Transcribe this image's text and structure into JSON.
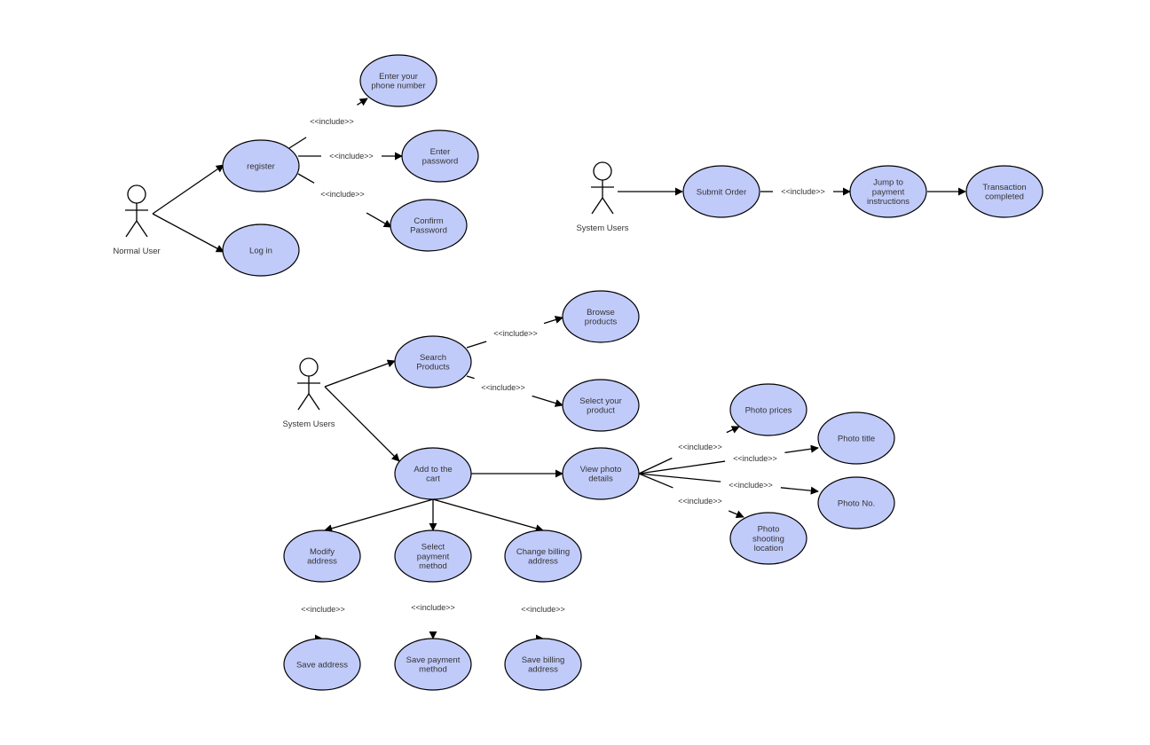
{
  "actors": [
    {
      "id": "normal_user",
      "label": "Normal User"
    },
    {
      "id": "sys_users_order",
      "label": "System Users"
    },
    {
      "id": "sys_users_shop",
      "label": "System Users"
    }
  ],
  "use_cases": [
    {
      "id": "register",
      "label": "register"
    },
    {
      "id": "login",
      "label": "Log in"
    },
    {
      "id": "enter_phone",
      "label": "Enter your\nphone number"
    },
    {
      "id": "enter_password",
      "label": "Enter\npassword"
    },
    {
      "id": "confirm_password",
      "label": "Confirm\nPassword"
    },
    {
      "id": "submit_order",
      "label": "Submit Order"
    },
    {
      "id": "jump_payment",
      "label": "Jump to\npayment\ninstructions"
    },
    {
      "id": "transaction_completed",
      "label": "Transaction\ncompleted"
    },
    {
      "id": "search_products",
      "label": "Search\nProducts"
    },
    {
      "id": "browse_products",
      "label": "Browse\nproducts"
    },
    {
      "id": "select_product",
      "label": "Select your\nproduct"
    },
    {
      "id": "add_to_cart",
      "label": "Add to the\ncart"
    },
    {
      "id": "view_photo_details",
      "label": "View photo\ndetails"
    },
    {
      "id": "photo_prices",
      "label": "Photo prices"
    },
    {
      "id": "photo_title",
      "label": "Photo title"
    },
    {
      "id": "photo_no",
      "label": "Photo No."
    },
    {
      "id": "photo_location",
      "label": "Photo\nshooting\nlocation"
    },
    {
      "id": "modify_address",
      "label": "Modify\naddress"
    },
    {
      "id": "select_payment",
      "label": "Select\npayment\nmethod"
    },
    {
      "id": "change_billing",
      "label": "Change billing\naddress"
    },
    {
      "id": "save_address",
      "label": "Save address"
    },
    {
      "id": "save_payment",
      "label": "Save payment\nmethod"
    },
    {
      "id": "save_billing",
      "label": "Save billing\naddress"
    }
  ],
  "edges": [
    {
      "from": "normal_user",
      "to": "register",
      "label": ""
    },
    {
      "from": "normal_user",
      "to": "login",
      "label": ""
    },
    {
      "from": "register",
      "to": "enter_phone",
      "label": "<<include>>"
    },
    {
      "from": "register",
      "to": "enter_password",
      "label": "<<include>>"
    },
    {
      "from": "register",
      "to": "confirm_password",
      "label": "<<include>>"
    },
    {
      "from": "sys_users_order",
      "to": "submit_order",
      "label": ""
    },
    {
      "from": "submit_order",
      "to": "jump_payment",
      "label": "<<include>>"
    },
    {
      "from": "jump_payment",
      "to": "transaction_completed",
      "label": ""
    },
    {
      "from": "sys_users_shop",
      "to": "search_products",
      "label": ""
    },
    {
      "from": "sys_users_shop",
      "to": "add_to_cart",
      "label": ""
    },
    {
      "from": "search_products",
      "to": "browse_products",
      "label": "<<include>>"
    },
    {
      "from": "search_products",
      "to": "select_product",
      "label": "<<include>>"
    },
    {
      "from": "add_to_cart",
      "to": "view_photo_details",
      "label": ""
    },
    {
      "from": "view_photo_details",
      "to": "photo_prices",
      "label": "<<include>>"
    },
    {
      "from": "view_photo_details",
      "to": "photo_title",
      "label": "<<include>>"
    },
    {
      "from": "view_photo_details",
      "to": "photo_no",
      "label": "<<include>>"
    },
    {
      "from": "view_photo_details",
      "to": "photo_location",
      "label": "<<include>>"
    },
    {
      "from": "add_to_cart",
      "to": "modify_address",
      "label": ""
    },
    {
      "from": "add_to_cart",
      "to": "select_payment",
      "label": ""
    },
    {
      "from": "add_to_cart",
      "to": "change_billing",
      "label": ""
    },
    {
      "from": "modify_address",
      "to": "save_address",
      "label": "<<include>>"
    },
    {
      "from": "select_payment",
      "to": "save_payment",
      "label": "<<include>>"
    },
    {
      "from": "change_billing",
      "to": "save_billing",
      "label": "<<include>>"
    }
  ]
}
